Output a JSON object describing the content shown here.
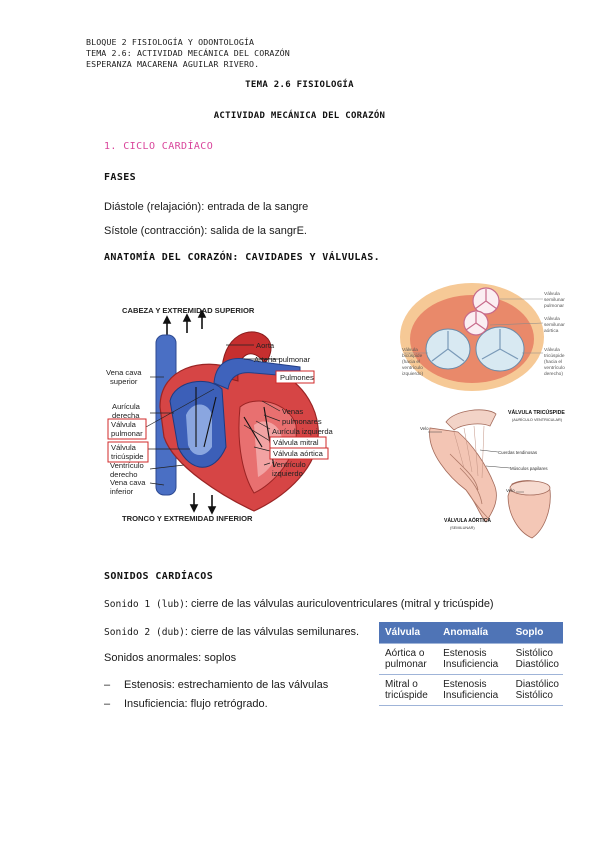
{
  "header": {
    "line1": "BLOQUE 2 FISIOLOGÍA Y ODONTOLOGÍA",
    "line2": "TEMA 2.6: ACTIVIDAD MECÁNICA DEL CORAZÓN",
    "line3": "ESPERANZA MACARENA AGUILAR RIVERO."
  },
  "title": "TEMA 2.6 FISIOLOGÍA",
  "subtitle": "ACTIVIDAD MECÁNICA DEL CORAZÓN",
  "section1": "1.    CICLO CARDÍACO",
  "fases": {
    "heading": "FASES",
    "diastole": "Diástole (relajación): entrada de la sangre",
    "sistole": "Sístole (contracción): salida de la sangrE."
  },
  "anatomia": {
    "heading": "ANATOMÍA DEL CORAZÓN: CAVIDADES Y VÁLVULAS.",
    "diagram": {
      "top": "CABEZA Y EXTREMIDAD SUPERIOR",
      "bottom": "TRONCO Y EXTREMIDAD INFERIOR",
      "aorta": "Aorta",
      "arteria": "Arteria pulmonar",
      "pulmones": "Pulmones",
      "venas1": "Venas",
      "venas2": "pulmonares",
      "auricula_izq": "Aurícula izquierda",
      "valvula_mitral": "Válvula mitral",
      "valvula_aortica": "Válvula aórtica",
      "ventriculo_izq1": "Ventrículo",
      "ventriculo_izq2": "izquierdo",
      "vena_cava_sup1": "Vena cava",
      "vena_cava_sup2": "superior",
      "auricula_der1": "Aurícula",
      "auricula_der2": "derecha",
      "valvula_pulmonar1": "Válvula",
      "valvula_pulmonar2": "pulmonar",
      "valvula_tricuspide1": "Válvula",
      "valvula_tricuspide2": "tricúspide",
      "ventriculo_der1": "Ventrículo",
      "ventriculo_der2": "derecho",
      "vena_cava_inf1": "Vena cava",
      "vena_cava_inf2": "inferior"
    },
    "valves": {
      "semilunar_pulmonar1": "Válvula",
      "semilunar_pulmonar2": "semilunar",
      "semilunar_pulmonar3": "pulmonar",
      "semilunar_aortica1": "Válvula",
      "semilunar_aortica2": "semilunar",
      "semilunar_aortica3": "aórtica",
      "bicuspide1": "Válvula",
      "bicuspide2": "bicúspide",
      "bicuspide3": "(hacia el",
      "bicuspide4": "ventrículo",
      "bicuspide5": "izquierdo)",
      "tricuspide1": "Válvula",
      "tricuspide2": "tricúspide",
      "tricuspide3": "(hacia el",
      "tricuspide4": "ventrículo",
      "tricuspide5": "derecho)"
    },
    "chordae": {
      "valvula_tricuspide": "VÁLVULA TRICÚSPIDE",
      "auriculo": "(AURÍCULO VENTRICULAR)",
      "velo1": "Velo",
      "cuerdas": "Cuerdas tendinosas",
      "musculos": "Músculos papilares",
      "velo2": "Velo",
      "valvula_aortica": "VÁLVULA AÓRTICA",
      "semilunar": "(SEMILUNAR)"
    }
  },
  "sonidos": {
    "heading": "SONIDOS CARDÍACOS",
    "s1_label": "Sonido 1 (lub)",
    "s1_text": ": cierre de las válvulas auriculoventriculares (mitral y tricúspide)",
    "s2_label": "Sonido 2 (dub)",
    "s2_text": ": cierre de las válvulas semilunares.",
    "anormales": "Sonidos anormales: soplos",
    "estenosis": "Estenosis: estrechamiento de las válvulas",
    "insuficiencia": "Insuficiencia: flujo retrógrado."
  },
  "table": {
    "headers": [
      "Válvula",
      "Anomalía",
      "Soplo"
    ],
    "rows": [
      {
        "valve1": "Aórtica o",
        "valve2": "pulmonar",
        "an1": "Estenosis",
        "an2": "Insuficiencia",
        "so1": "Sistólico",
        "so2": "Diastólico"
      },
      {
        "valve1": "Mitral o",
        "valve2": "tricúspide",
        "an1": "Estenosis",
        "an2": "Insuficiencia",
        "so1": "Diastólico",
        "so2": "Sistólico"
      }
    ]
  }
}
